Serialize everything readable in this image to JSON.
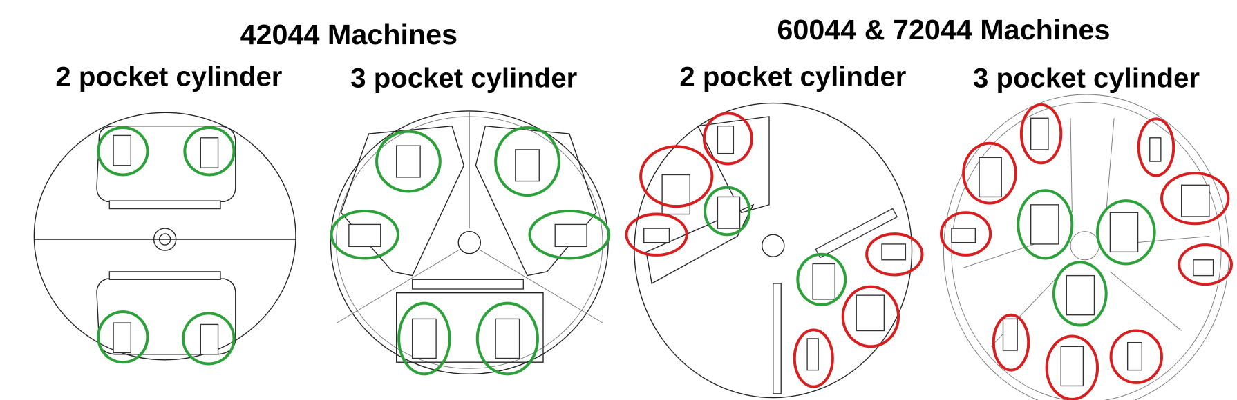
{
  "groups": [
    {
      "title": "42044 Machines",
      "subtitles": [
        "2 pocket cylinder",
        "3 pocket cylinder"
      ]
    },
    {
      "title": "60044 & 72044 Machines",
      "subtitles": [
        "2 pocket cylinder",
        "3 pocket cylinder"
      ]
    }
  ],
  "colors": {
    "green_marker": "#2ca13a",
    "red_marker": "#d81e1e"
  }
}
